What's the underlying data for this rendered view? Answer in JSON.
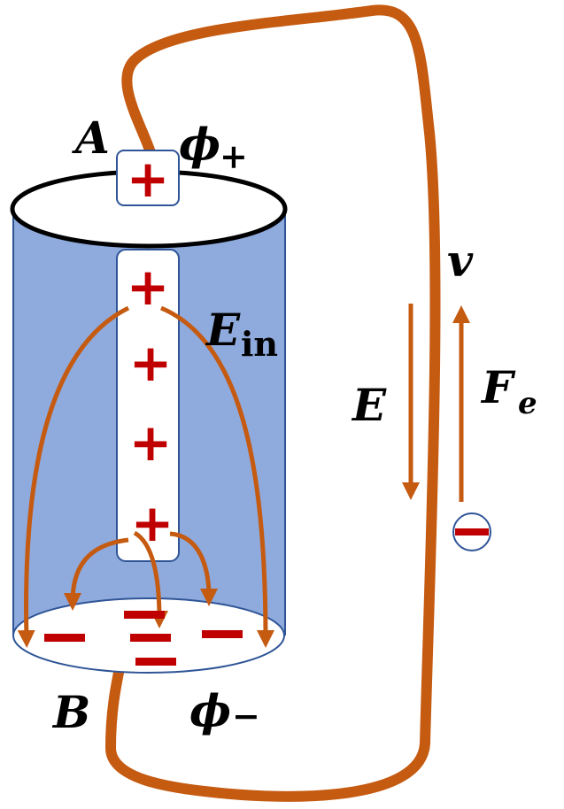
{
  "labels": {
    "a": "A",
    "b": "B",
    "phi_plus": "ϕ",
    "phi_plus_sub": "+",
    "phi_minus": "ϕ",
    "phi_minus_sub": "−",
    "e_in": "E",
    "e_in_sub": "in",
    "e": "E",
    "v": "v",
    "fe": "F",
    "fe_sub": "e"
  },
  "charges": {
    "positive": "+",
    "negative": "−"
  },
  "colors": {
    "wire": "#c55a11",
    "cylinder_body": "#8faadc",
    "cylinder_edge": "#2f5597",
    "charge_red": "#c00000",
    "terminal_border": "#2f5597"
  }
}
